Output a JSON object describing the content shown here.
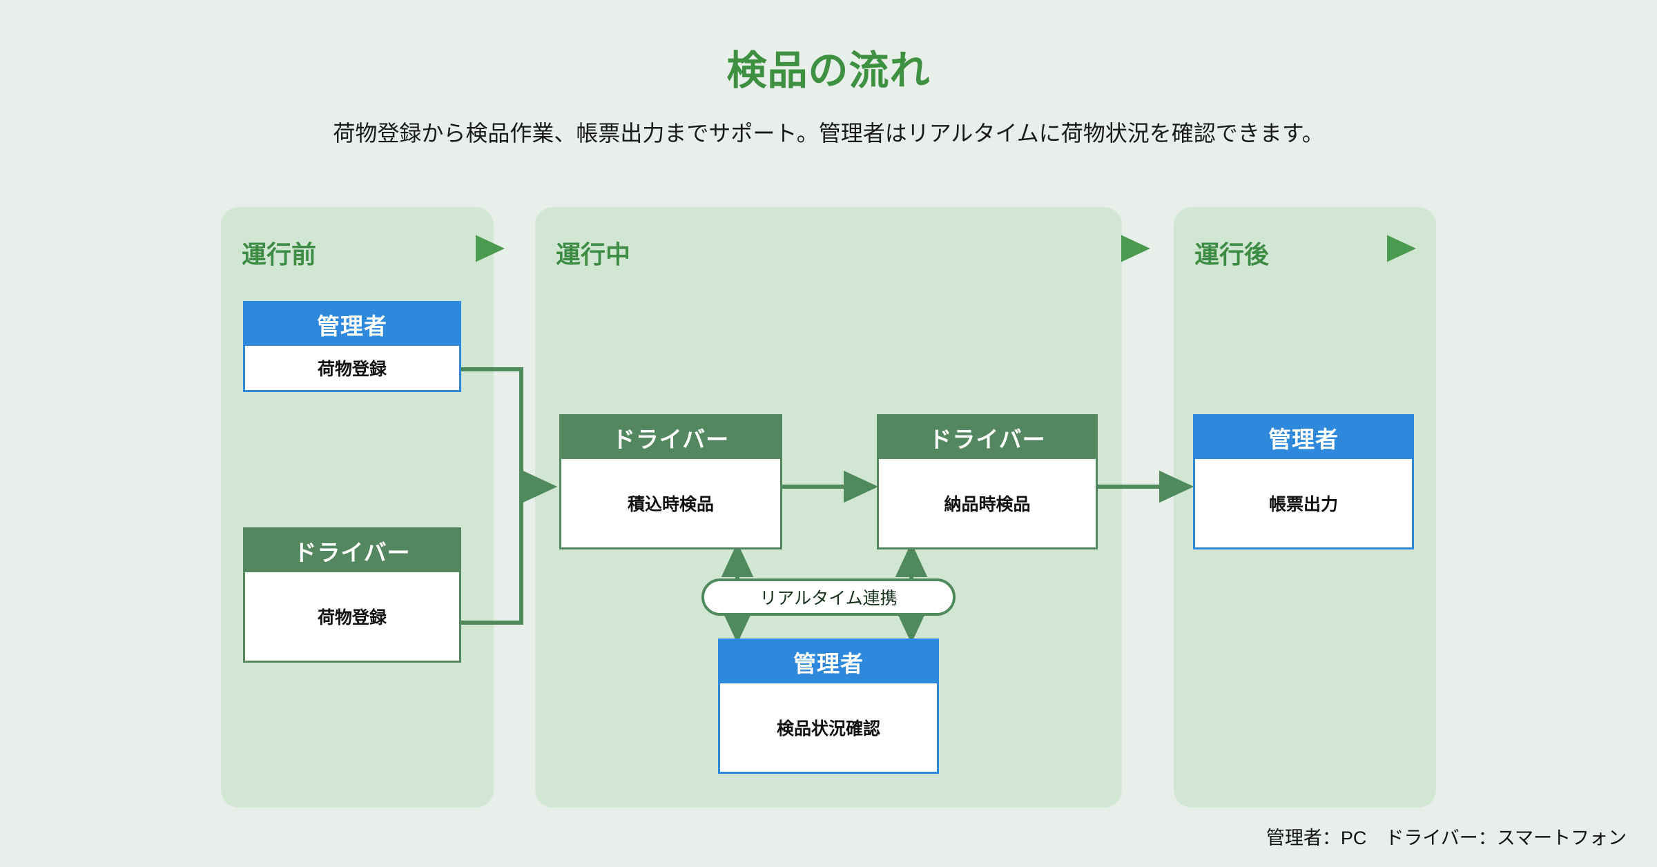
{
  "header": {
    "title": "検品の流れ",
    "subtitle": "荷物登録から検品作業、帳票出力までサポート。管理者はリアルタイムに荷物状況を確認できます。"
  },
  "colors": {
    "background": "#e8eeea",
    "panel": "#d1e7d4",
    "title_green": "#3d9140",
    "phase_label_green": "#3d8c44",
    "manager_blue": "#2e88db",
    "driver_green": "#53875f",
    "connector_green": "#4f8a5c",
    "card_body_white": "#ffffff"
  },
  "phases": [
    {
      "label": "運行前",
      "arrow": "right-arrow-icon"
    },
    {
      "label": "運行中",
      "arrow": "right-arrow-icon"
    },
    {
      "label": "運行後",
      "arrow": "right-arrow-icon"
    }
  ],
  "cards": [
    {
      "id": "pre-manager",
      "role": "管理者",
      "role_type": "manager",
      "task": "荷物登録"
    },
    {
      "id": "pre-driver",
      "role": "ドライバー",
      "role_type": "driver",
      "task": "荷物登録"
    },
    {
      "id": "during-load",
      "role": "ドライバー",
      "role_type": "driver",
      "task": "積込時検品"
    },
    {
      "id": "during-deliver",
      "role": "ドライバー",
      "role_type": "driver",
      "task": "納品時検品"
    },
    {
      "id": "post-manager",
      "role": "管理者",
      "role_type": "manager",
      "task": "帳票出力"
    },
    {
      "id": "during-monitor",
      "role": "管理者",
      "role_type": "manager",
      "task": "検品状況確認"
    }
  ],
  "pill": {
    "label": "リアルタイム連携"
  },
  "footer": {
    "legend": "管理者：PC　ドライバー：スマートフォン"
  }
}
